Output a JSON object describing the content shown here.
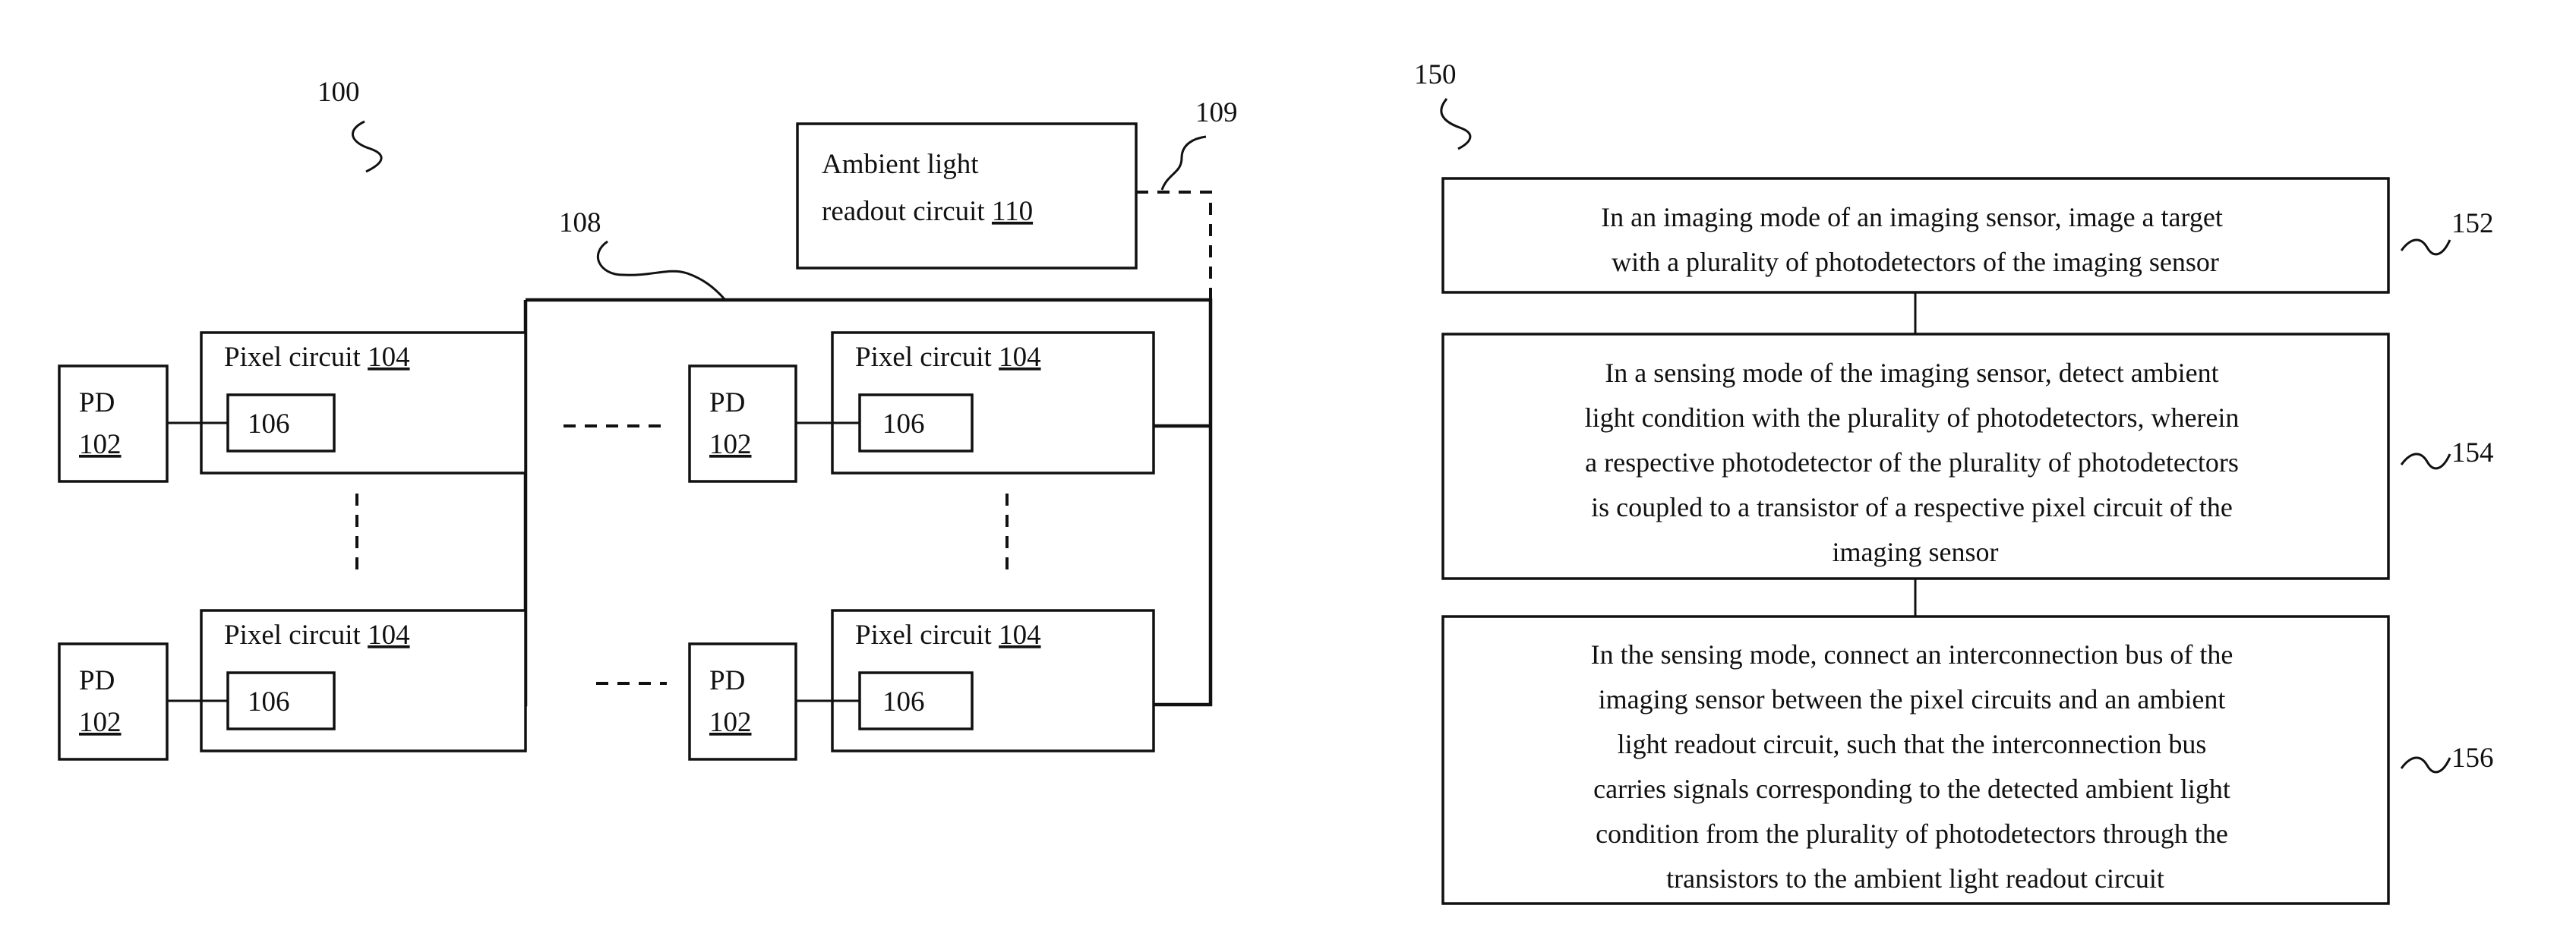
{
  "left_figure": {
    "ref": "100",
    "bus_ref": "108",
    "dashed_link_ref": "109",
    "ambient_circuit": {
      "line1": "Ambient light",
      "line2": "readout circuit",
      "ref": "110"
    },
    "pixel_label": "Pixel circuit",
    "pixel_ref": "104",
    "transistor_ref": "106",
    "pd_label": "PD",
    "pd_ref": "102"
  },
  "right_figure": {
    "ref": "150",
    "steps": [
      {
        "ref": "152",
        "lines": [
          "In an imaging mode of an imaging sensor, image a target",
          "with a plurality of photodetectors of the imaging sensor"
        ]
      },
      {
        "ref": "154",
        "lines": [
          "In a sensing mode of the imaging sensor, detect ambient",
          "light condition with the plurality of photodetectors, wherein",
          "a respective photodetector of the plurality of photodetectors",
          "is coupled to a transistor of a respective pixel circuit of the",
          "imaging sensor"
        ]
      },
      {
        "ref": "156",
        "lines": [
          "In the sensing mode, connect an interconnection bus of the",
          "imaging sensor between the pixel circuits and an ambient",
          "light readout circuit, such that the interconnection bus",
          "carries signals corresponding to the detected ambient light",
          "condition from the plurality of photodetectors through the",
          "transistors to the ambient light readout circuit"
        ]
      }
    ]
  }
}
